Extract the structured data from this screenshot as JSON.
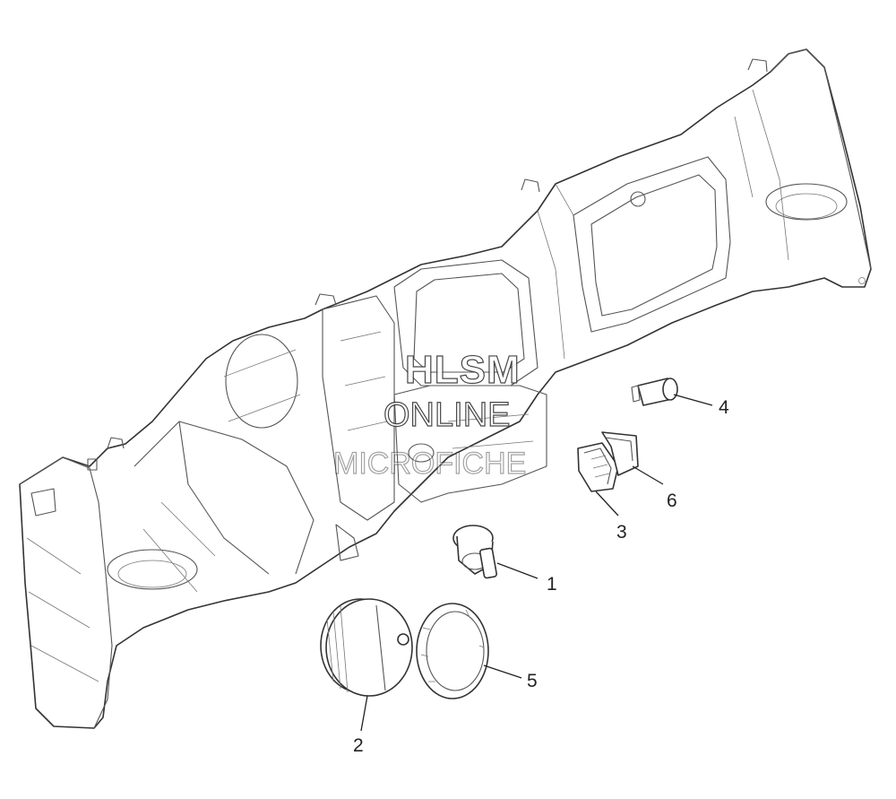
{
  "watermark": {
    "title": "HLSM",
    "line2": "ONLINE",
    "line3": "MICROFICHE"
  },
  "callouts": {
    "c1": "1",
    "c2": "2",
    "c3": "3",
    "c4": "4",
    "c5": "5",
    "c6": "6"
  }
}
